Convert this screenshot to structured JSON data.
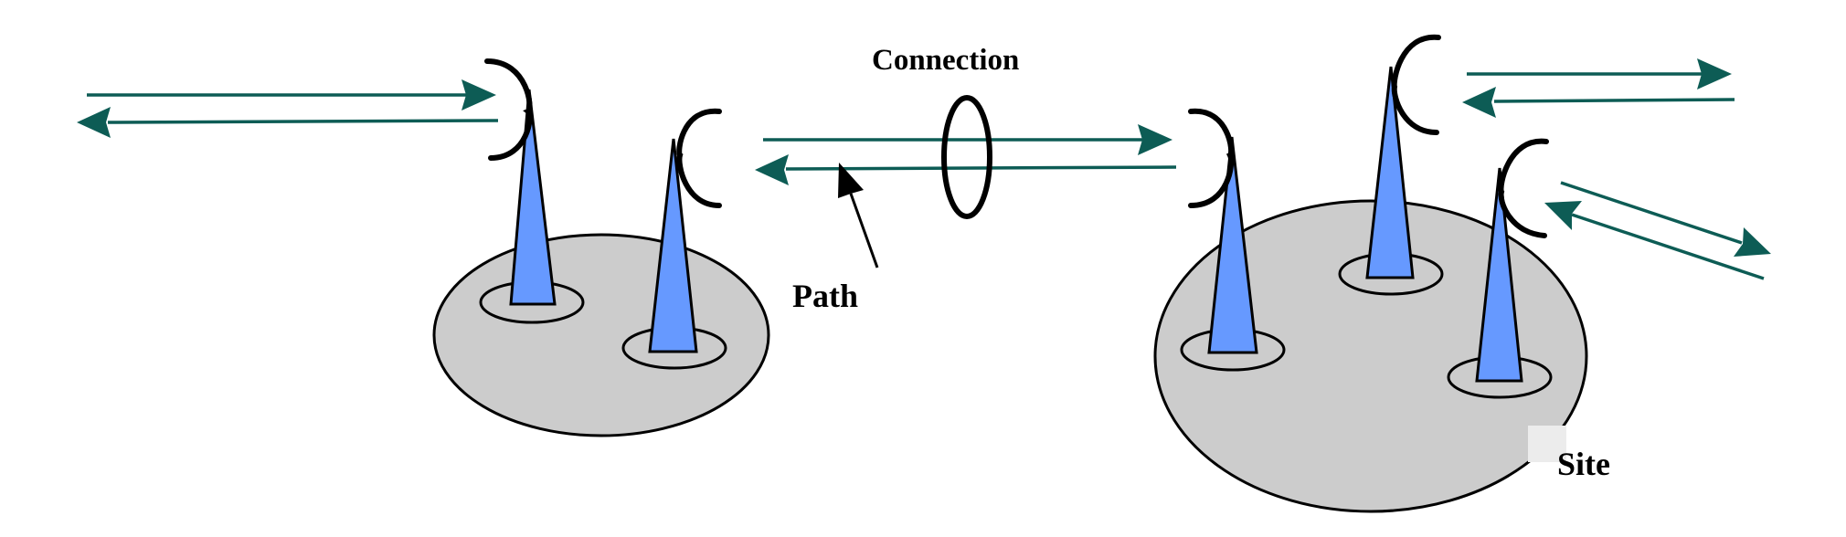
{
  "labels": {
    "connection": "Connection",
    "path": "Path",
    "site": "Site"
  },
  "colors": {
    "arrow": "#0d5c55",
    "antenna": "#6699ff",
    "site": "#cccccc",
    "outline": "#000000"
  },
  "icons": {
    "antenna": "antenna-icon",
    "beam": "beam-bracket-icon",
    "arrow": "arrow-icon"
  }
}
